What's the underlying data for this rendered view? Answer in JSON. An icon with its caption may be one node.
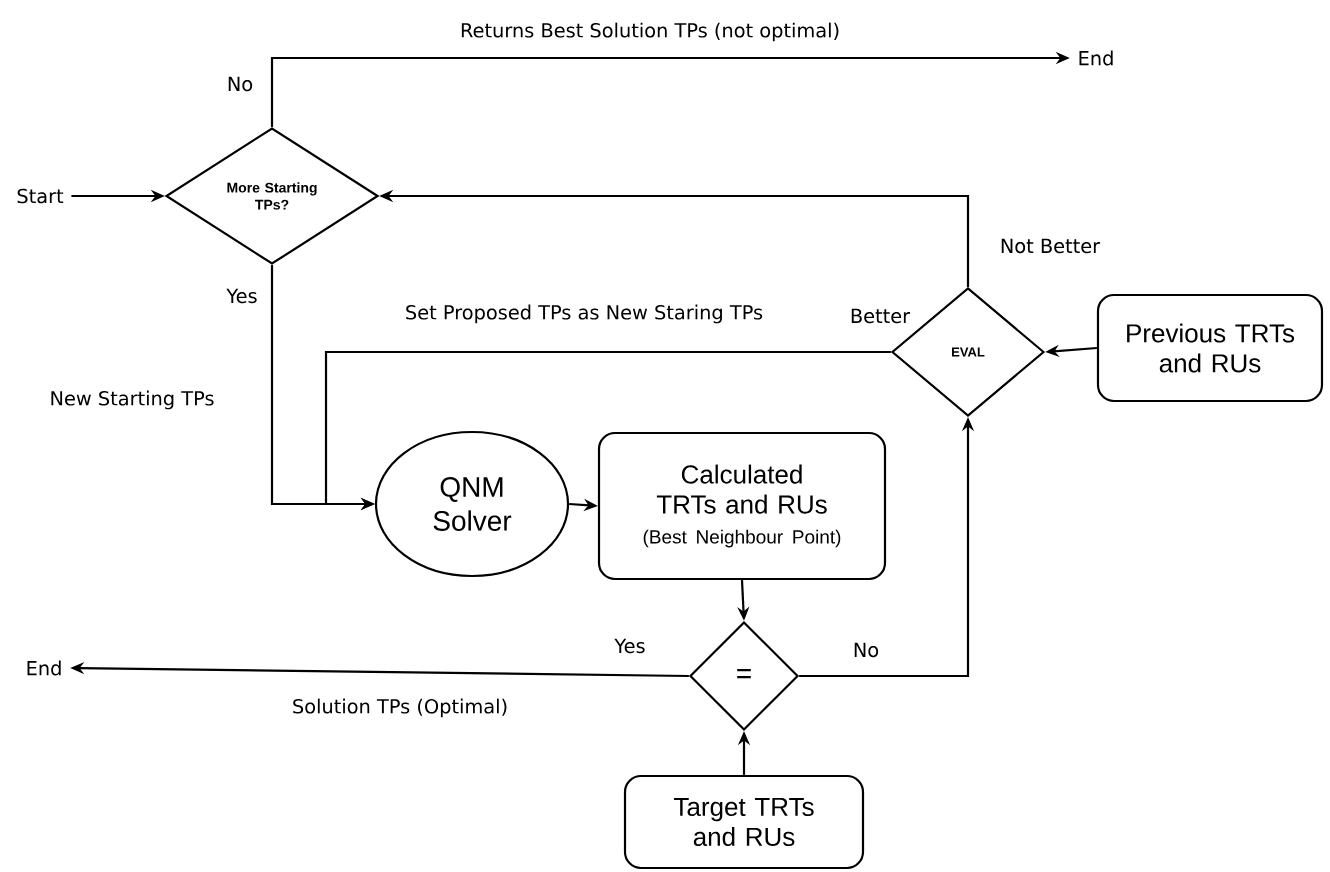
{
  "diagram": {
    "nodes": [
      {
        "text": [
          "Start"
        ]
      },
      {
        "text": [
          "More Starting TPs?"
        ]
      },
      {
        "text": [
          "End"
        ]
      },
      {
        "text": [
          "EVAL"
        ]
      },
      {
        "text": [
          "Previous TRTs and RUs"
        ]
      },
      {
        "text": [
          "QNM Solver"
        ]
      },
      {
        "text": [
          "Calculated TRTs and RUs",
          "(Best Neighbour Point)"
        ]
      },
      {
        "text": [
          "="
        ]
      },
      {
        "text": [
          "End"
        ]
      },
      {
        "text": [
          "Target TRTs and RUs"
        ]
      }
    ],
    "edges": [
      {
        "from": 0,
        "to": 1,
        "arrow": "to"
      },
      {
        "from": 1,
        "to": 2,
        "arrow": "to",
        "label": "Returns Best Solution TPs (not optimal)"
      },
      {
        "from": 3,
        "to": 1,
        "arrow": "to",
        "label": "Not Better"
      },
      {
        "from": 1,
        "to": 5,
        "arrow": "to",
        "label": "New Starting TPs"
      },
      {
        "from": 3,
        "to": 5,
        "arrow": "to",
        "label": "Set Proposed TPs as New Staring TPs"
      },
      {
        "from": 4,
        "to": 3,
        "arrow": "to"
      },
      {
        "from": 5,
        "to": 6,
        "arrow": "to"
      },
      {
        "from": 6,
        "to": 7,
        "arrow": "to"
      },
      {
        "from": 7,
        "to": 3,
        "arrow": "to",
        "label": "No"
      },
      {
        "from": 7,
        "to": 8,
        "arrow": "to",
        "label": "Solution TPs (Optimal)"
      },
      {
        "from": 9,
        "to": 7,
        "arrow": "to"
      }
    ],
    "labels": [
      "No",
      "Yes",
      "Better",
      "Yes"
    ]
  }
}
